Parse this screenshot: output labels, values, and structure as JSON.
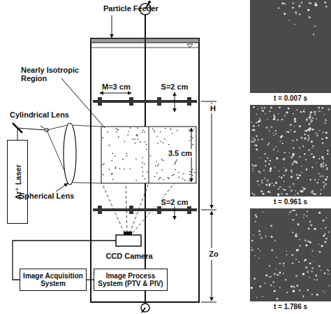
{
  "diagram": {
    "nodes": [
      {
        "text": [
          "Ar⁺ Laser"
        ]
      },
      {
        "text": [
          "CCD Camera"
        ]
      },
      {
        "text": [
          "Image Acquisition System"
        ]
      },
      {
        "text": [
          "Image Process System (PTV & PIV)"
        ]
      },
      {
        "text": [
          "t = 0.007 s"
        ]
      },
      {
        "text": [
          "t = 0.961 s"
        ]
      },
      {
        "text": [
          "t = 1.786 s"
        ]
      }
    ],
    "edges": [
      {
        "from": 1,
        "to": 2,
        "arrow": "none"
      },
      {
        "from": 2,
        "to": 3,
        "arrow": "none"
      }
    ],
    "labels": [
      "Particle Feeder",
      "Nearly Isotropic Region",
      "M=3 cm",
      "S=2 cm",
      "S=2 cm",
      "H",
      "3.5 cm",
      "Zo",
      "Cylindrical Lens",
      "Spherical Lens"
    ]
  }
}
